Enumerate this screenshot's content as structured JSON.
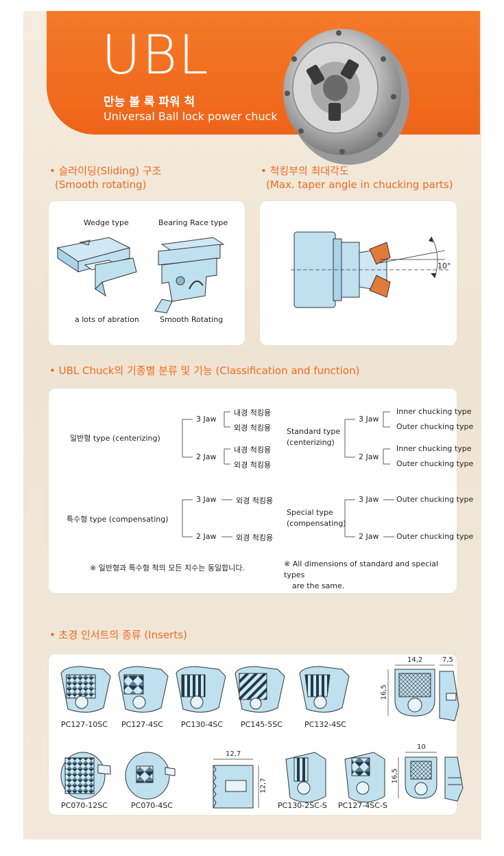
{
  "header": {
    "title": "UBL",
    "subtitle_ko": "만능 볼 록 파워 척",
    "subtitle_en": "Universal Ball lock power chuck"
  },
  "sliding": {
    "title_ko": "• 슬라이딩(Sliding) 구조",
    "title_en": "(Smooth rotating)",
    "wedge_label": "Wedge type",
    "bearing_label": "Bearing Race type",
    "wedge_caption": "a lots of abration",
    "bearing_caption": "Smooth Rotating"
  },
  "taper": {
    "title_ko": "• 척킹부의 최대각도",
    "title_en": "(Max. taper angle in chucking parts)",
    "angle": "10°"
  },
  "classification": {
    "title": "• UBL  Chuck의 기종별 분류 및 기능 (Classification and function)",
    "left": {
      "general": "일반형 type (centerizing)",
      "special": "특수형 type (compensating)",
      "jaw3": "3 Jaw",
      "jaw2": "2 Jaw",
      "inner": "내경 척킹용",
      "outer": "외경 척킹용",
      "note": "※ 일반형과 특수형 척의 모든 치수는 동일합니다."
    },
    "right": {
      "standard_1": "Standard type",
      "standard_2": "(centerizing)",
      "special_1": "Special type",
      "special_2": "(compensating)",
      "jaw3": "3 Jaw",
      "jaw2": "2 Jaw",
      "inner": "Inner chucking type",
      "outer": "Outer chucking type",
      "note_1": "※ All dimensions of standard and special types",
      "note_2": "are the same."
    }
  },
  "inserts": {
    "title": "• 초경 인서트의 종류 (Inserts)",
    "row1": [
      "PC127-10SC",
      "PC127-4SC",
      "PC130-4SC",
      "PC145-5SC",
      "PC132-4SC"
    ],
    "row2": [
      "PC070-12SC",
      "PC070-4SC",
      "PC130-2SC-S",
      "PC127-4SC-S"
    ],
    "dims": {
      "d14_2": "14,2",
      "d7_5": "7,5",
      "d16_5a": "16,5",
      "d12_7a": "12,7",
      "d12_7b": "12,7",
      "d10": "10",
      "d16_5b": "16,5"
    }
  },
  "colors": {
    "accent": "#f06a1e",
    "part_blue": "#bfe0ef",
    "dark": "#1f3b4d"
  }
}
